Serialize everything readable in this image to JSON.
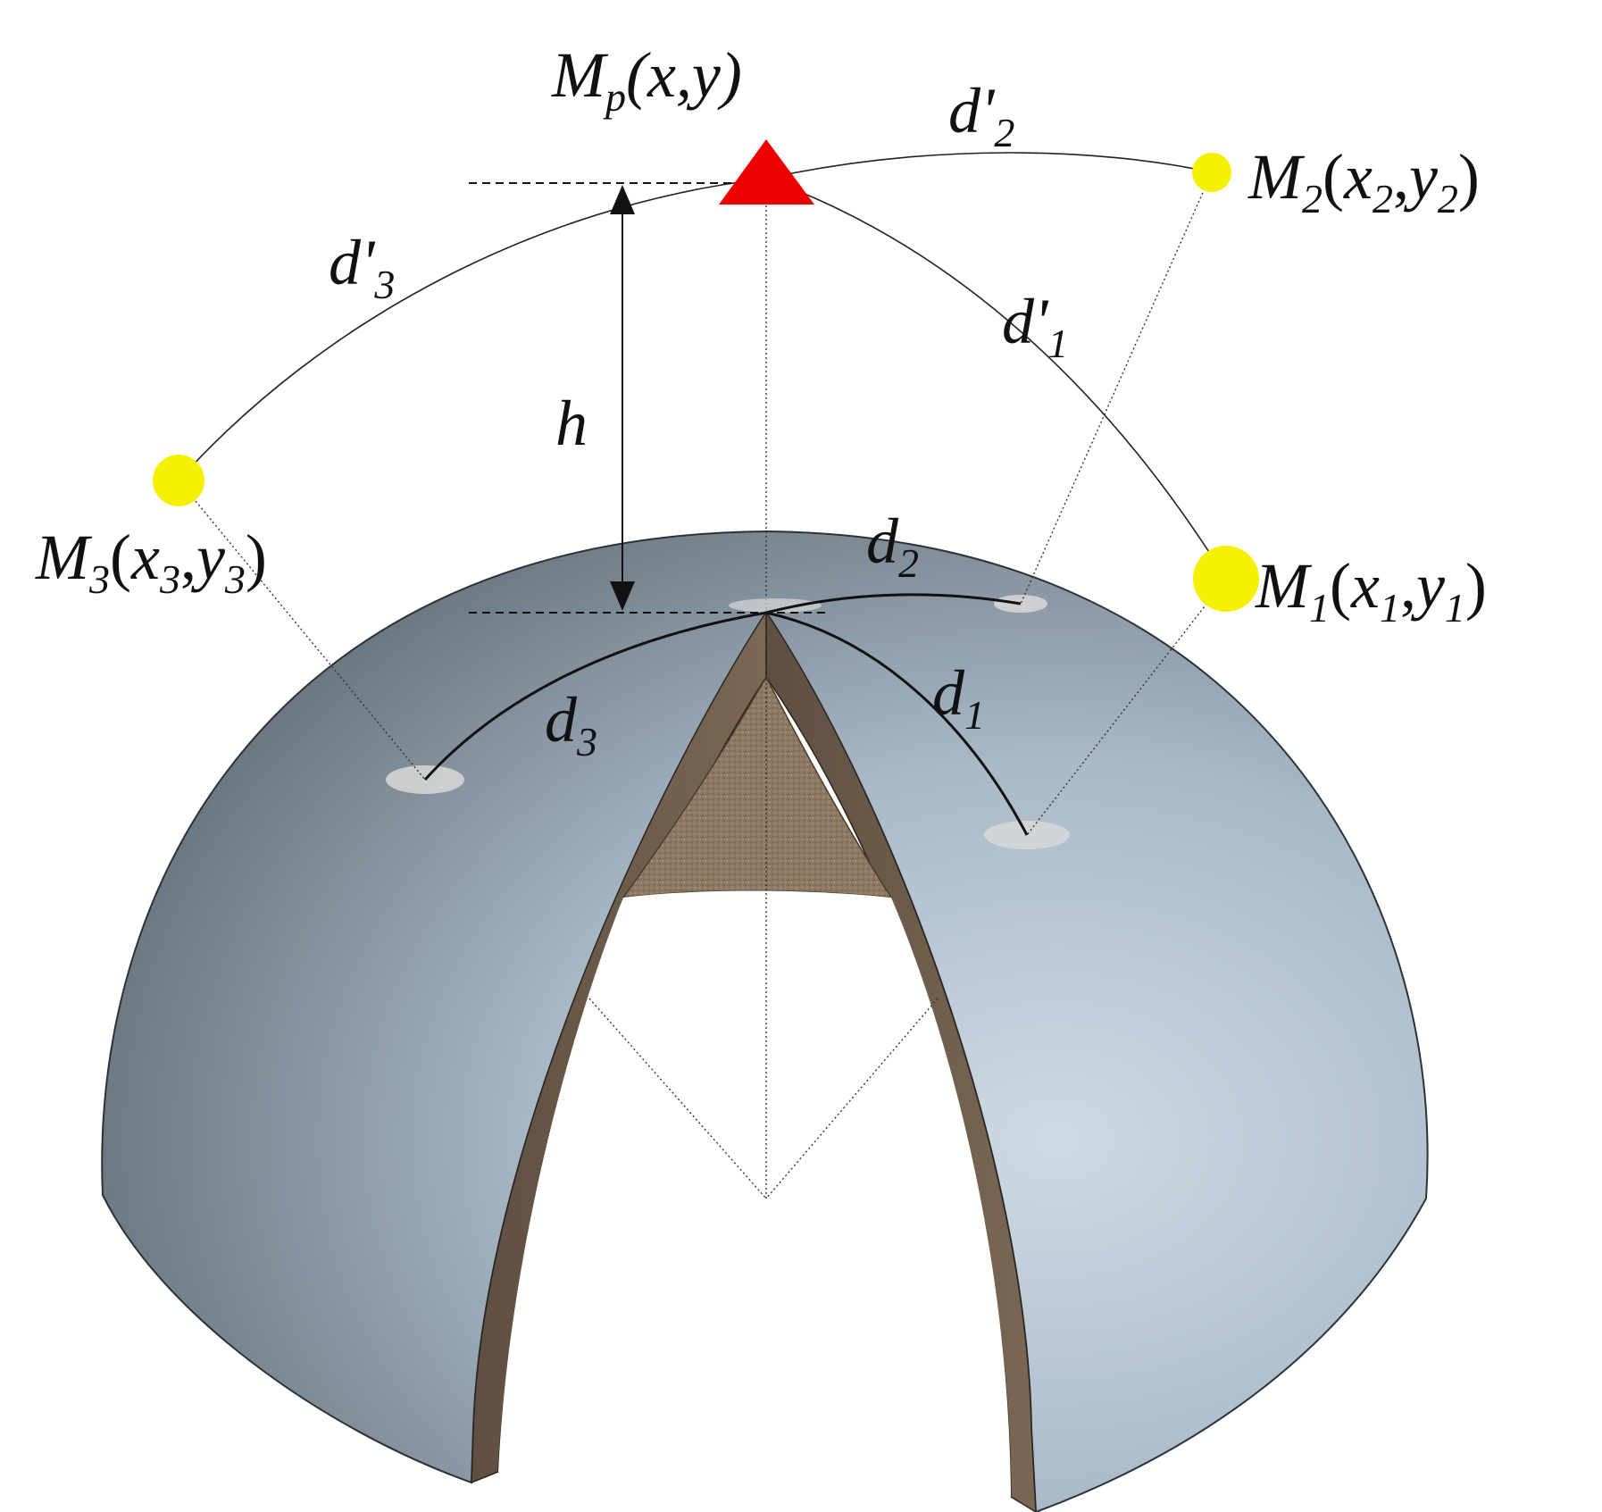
{
  "colors": {
    "platform_marker": "#ee0000",
    "station_marker": "#f5f000",
    "sphere_light": "#c2d2de",
    "sphere_dark": "#55616c",
    "crust_section": "#6b5a4a",
    "core_section": "#8e7a62",
    "station_footprint": "#d8d8d8"
  },
  "icons": {
    "platform": "red-triangle",
    "station": "yellow-circle"
  },
  "labels": {
    "platform": {
      "main": "M",
      "sub": "p",
      "coords": "(x,y)"
    },
    "station1": {
      "main": "M",
      "sub": "1",
      "open": "(",
      "x": "x",
      "xsub": "1",
      "sep": ",",
      "y": "y",
      "ysub": "1",
      "close": ")"
    },
    "station2": {
      "main": "M",
      "sub": "2",
      "open": "(",
      "x": "x",
      "xsub": "2",
      "sep": ",",
      "y": "y",
      "ysub": "2",
      "close": ")"
    },
    "station3": {
      "main": "M",
      "sub": "3",
      "open": "(",
      "x": "x",
      "xsub": "3",
      "sep": ",",
      "y": "y",
      "ysub": "3",
      "close": ")"
    },
    "height": "h",
    "upper_arc1": {
      "main": "d'",
      "sub": "1"
    },
    "upper_arc2": {
      "main": "d'",
      "sub": "2"
    },
    "upper_arc3": {
      "main": "d'",
      "sub": "3"
    },
    "surface_arc1": {
      "main": "d",
      "sub": "1"
    },
    "surface_arc2": {
      "main": "d",
      "sub": "2"
    },
    "surface_arc3": {
      "main": "d",
      "sub": "3"
    }
  }
}
